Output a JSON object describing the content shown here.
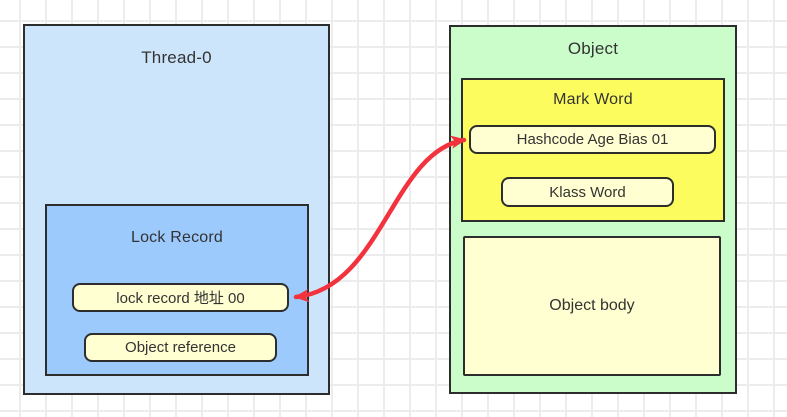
{
  "diagram": {
    "thread_box": {
      "title": "Thread-0",
      "fill": "#cde5fb"
    },
    "lock_record_box": {
      "title": "Lock Record",
      "fill": "#9ccafd",
      "items": [
        {
          "label": "lock record 地址 00"
        },
        {
          "label": "Object reference"
        }
      ]
    },
    "object_box": {
      "title": "Object",
      "fill": "#cafdca"
    },
    "mark_word_box": {
      "title": "Mark Word",
      "fill": "#fcfc5e",
      "items": [
        {
          "label": "Hashcode Age Bias 01"
        },
        {
          "label": "Klass Word"
        }
      ]
    },
    "object_body_box": {
      "label": "Object body",
      "fill": "#ffffd2"
    },
    "arrow": {
      "color": "#f2333d",
      "heads": "both",
      "connects": [
        "Hashcode Age Bias 01",
        "lock record 地址 00"
      ]
    },
    "style": {
      "border_color": "#2d2d2d",
      "pill_fill": "#ffffd2",
      "text_color": "#333333",
      "grid_color": "#ececec",
      "background": "#ffffff"
    }
  }
}
